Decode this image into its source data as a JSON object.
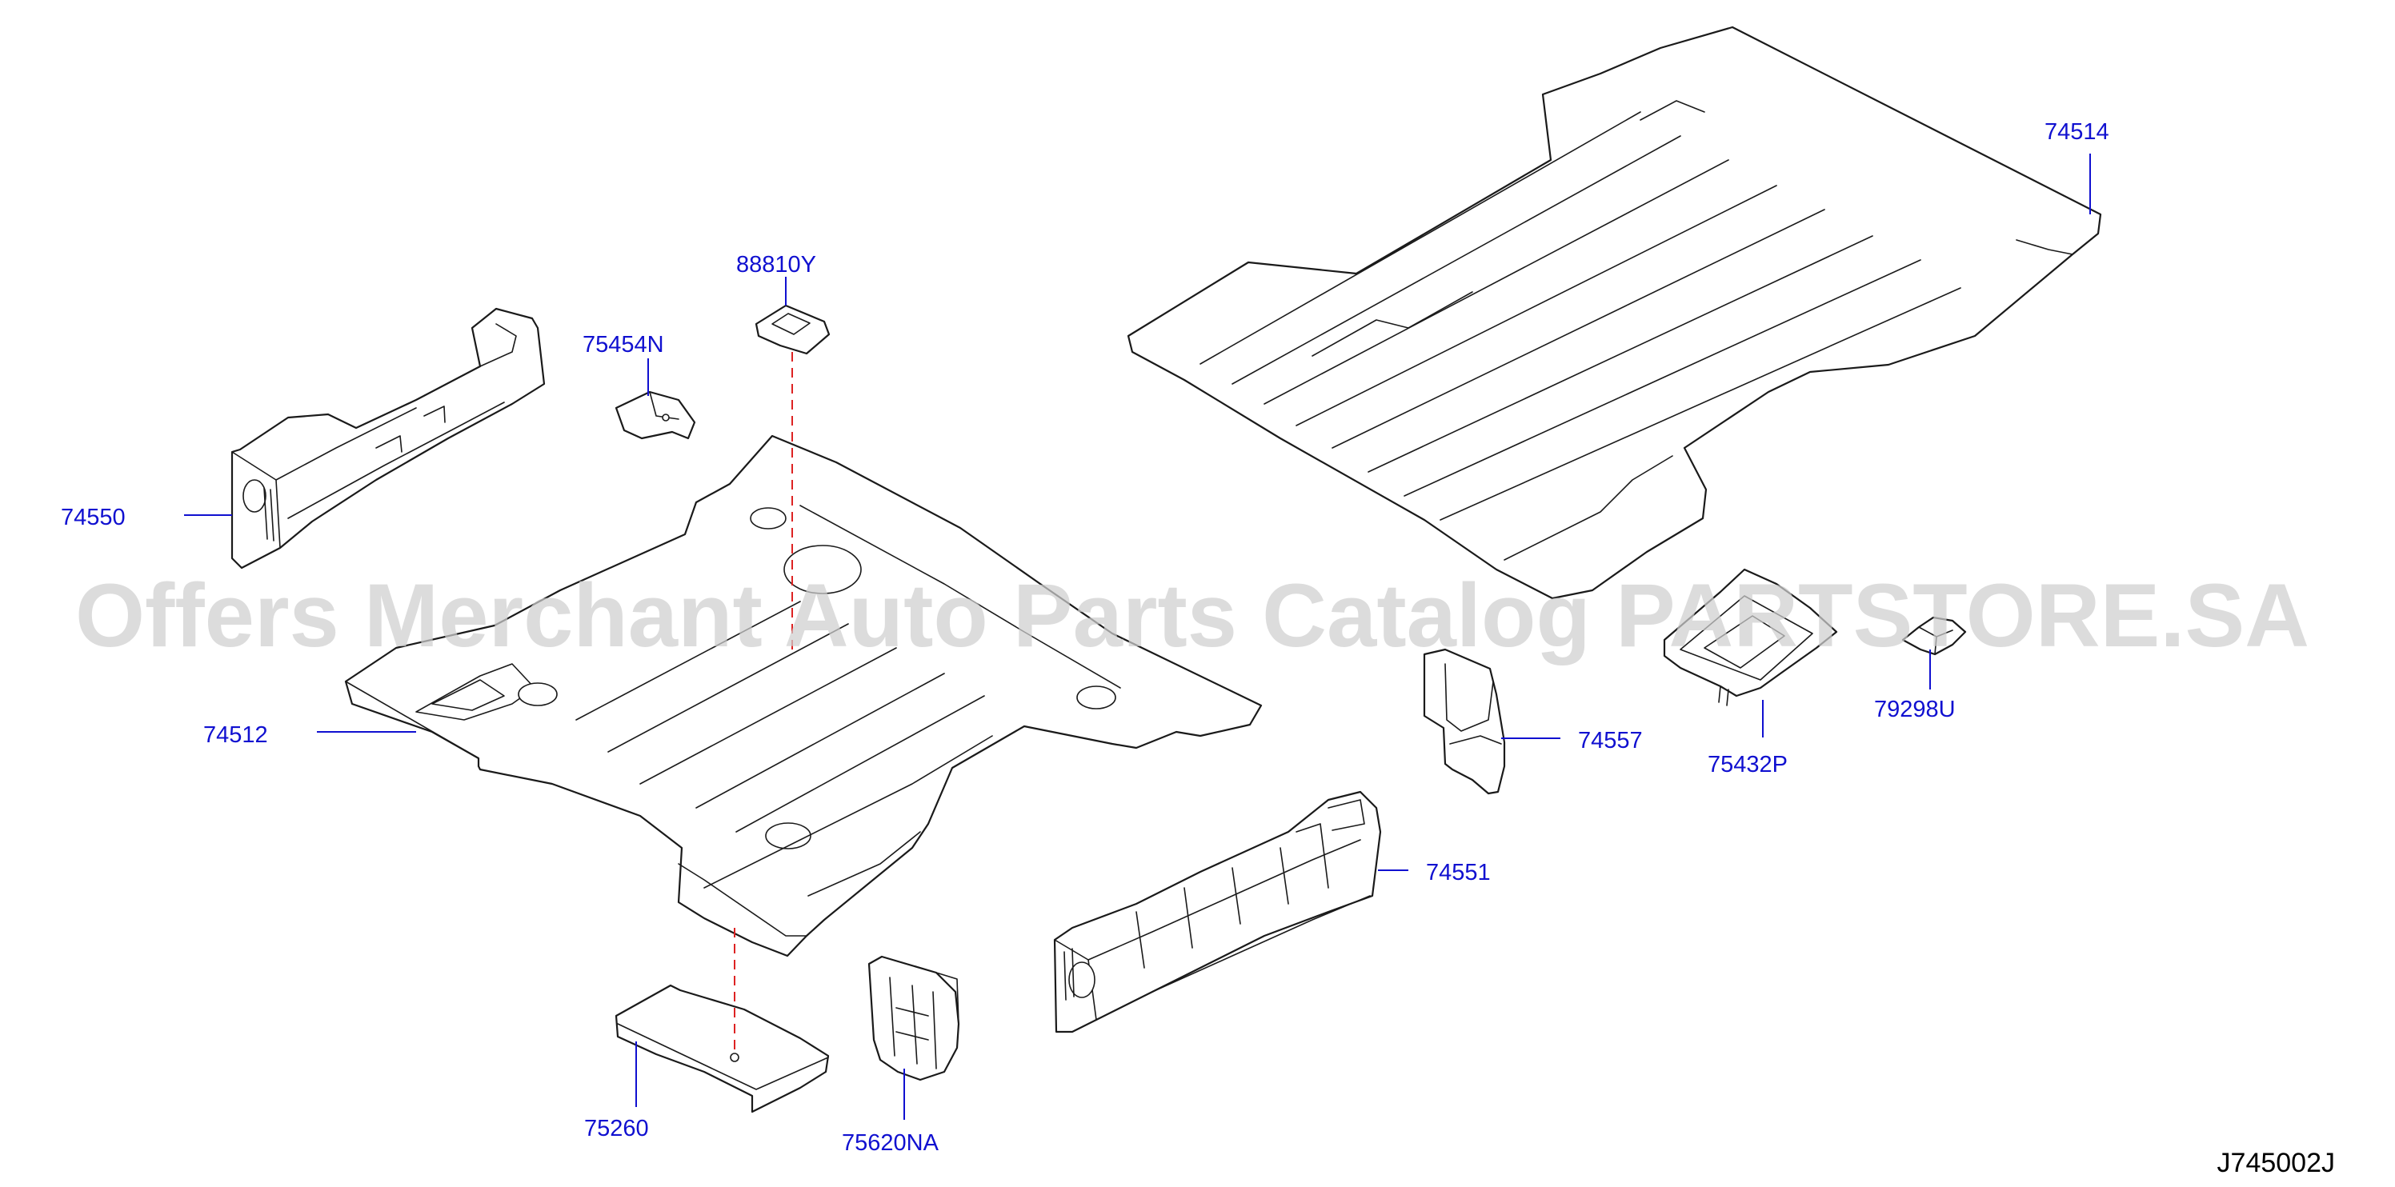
{
  "diagram": {
    "part_labels": [
      {
        "id": "74514",
        "text": "74514"
      },
      {
        "id": "88810Y",
        "text": "88810Y"
      },
      {
        "id": "75454N",
        "text": "75454N"
      },
      {
        "id": "74550",
        "text": "74550"
      },
      {
        "id": "74512",
        "text": "74512"
      },
      {
        "id": "74557",
        "text": "74557"
      },
      {
        "id": "75432P",
        "text": "75432P"
      },
      {
        "id": "79298U",
        "text": "79298U"
      },
      {
        "id": "74551",
        "text": "74551"
      },
      {
        "id": "75260",
        "text": "75260"
      },
      {
        "id": "75620NA",
        "text": "75620NA"
      }
    ],
    "diagram_code": "J745002J"
  },
  "watermark": "Offers Merchant Auto Parts Catalog PARTSTORE.SA",
  "colors": {
    "label": "#1010d0",
    "line": "#1a1a1a",
    "dashed_guide": "#dd2222",
    "watermark": "#cfcfcf",
    "background": "#ffffff"
  }
}
